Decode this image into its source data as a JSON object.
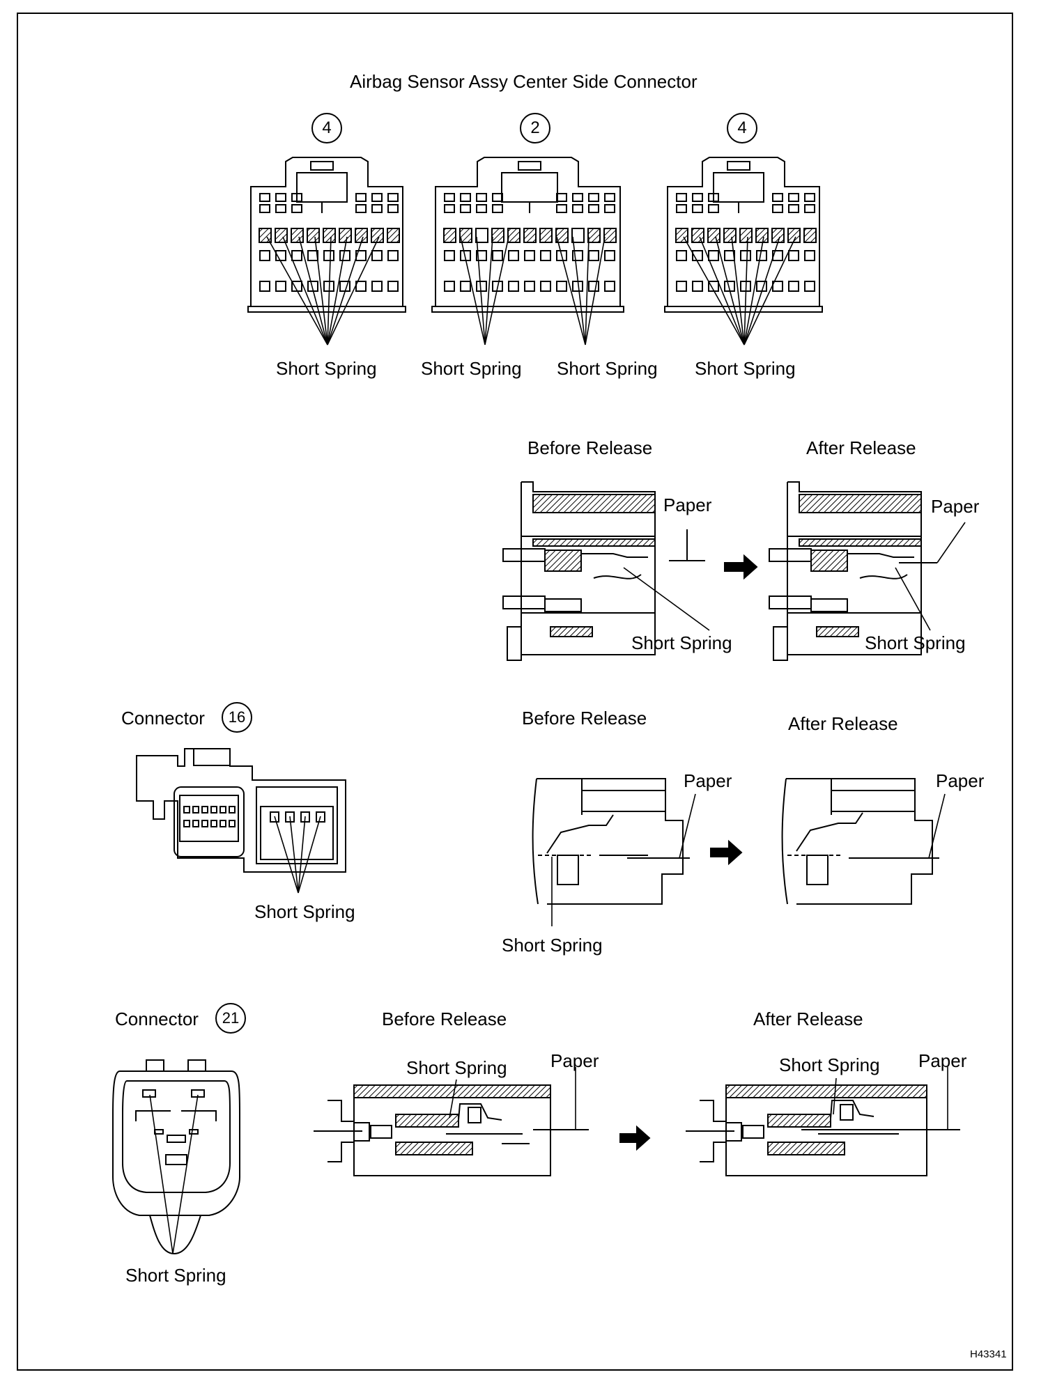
{
  "title": "Airbag Sensor Assy Center Side Connector",
  "top_connectors": [
    {
      "number": "4",
      "spring_label": "Short Spring"
    },
    {
      "number": "2",
      "spring_labels": [
        "Short Spring",
        "Short Spring"
      ]
    },
    {
      "number": "4",
      "spring_label": "Short Spring"
    }
  ],
  "release_row1": {
    "before": "Before Release",
    "after": "After Release",
    "paper_before": "Paper",
    "paper_after": "Paper",
    "spring_before": "Short Spring",
    "spring_after": "Short Spring"
  },
  "connector16": {
    "prefix": "Connector",
    "number": "16",
    "spring_label": "Short Spring",
    "before": "Before Release",
    "after": "After Release",
    "paper_before": "Paper",
    "paper_after": "Paper",
    "spring_before": "Short Spring"
  },
  "connector21": {
    "prefix": "Connector",
    "number": "21",
    "spring_label": "Short Spring",
    "before": "Before Release",
    "after": "After Release",
    "paper_before": "Paper",
    "paper_after": "Paper",
    "spring_before": "Short Spring",
    "spring_after": "Short Spring"
  },
  "figure_code": "H43341"
}
